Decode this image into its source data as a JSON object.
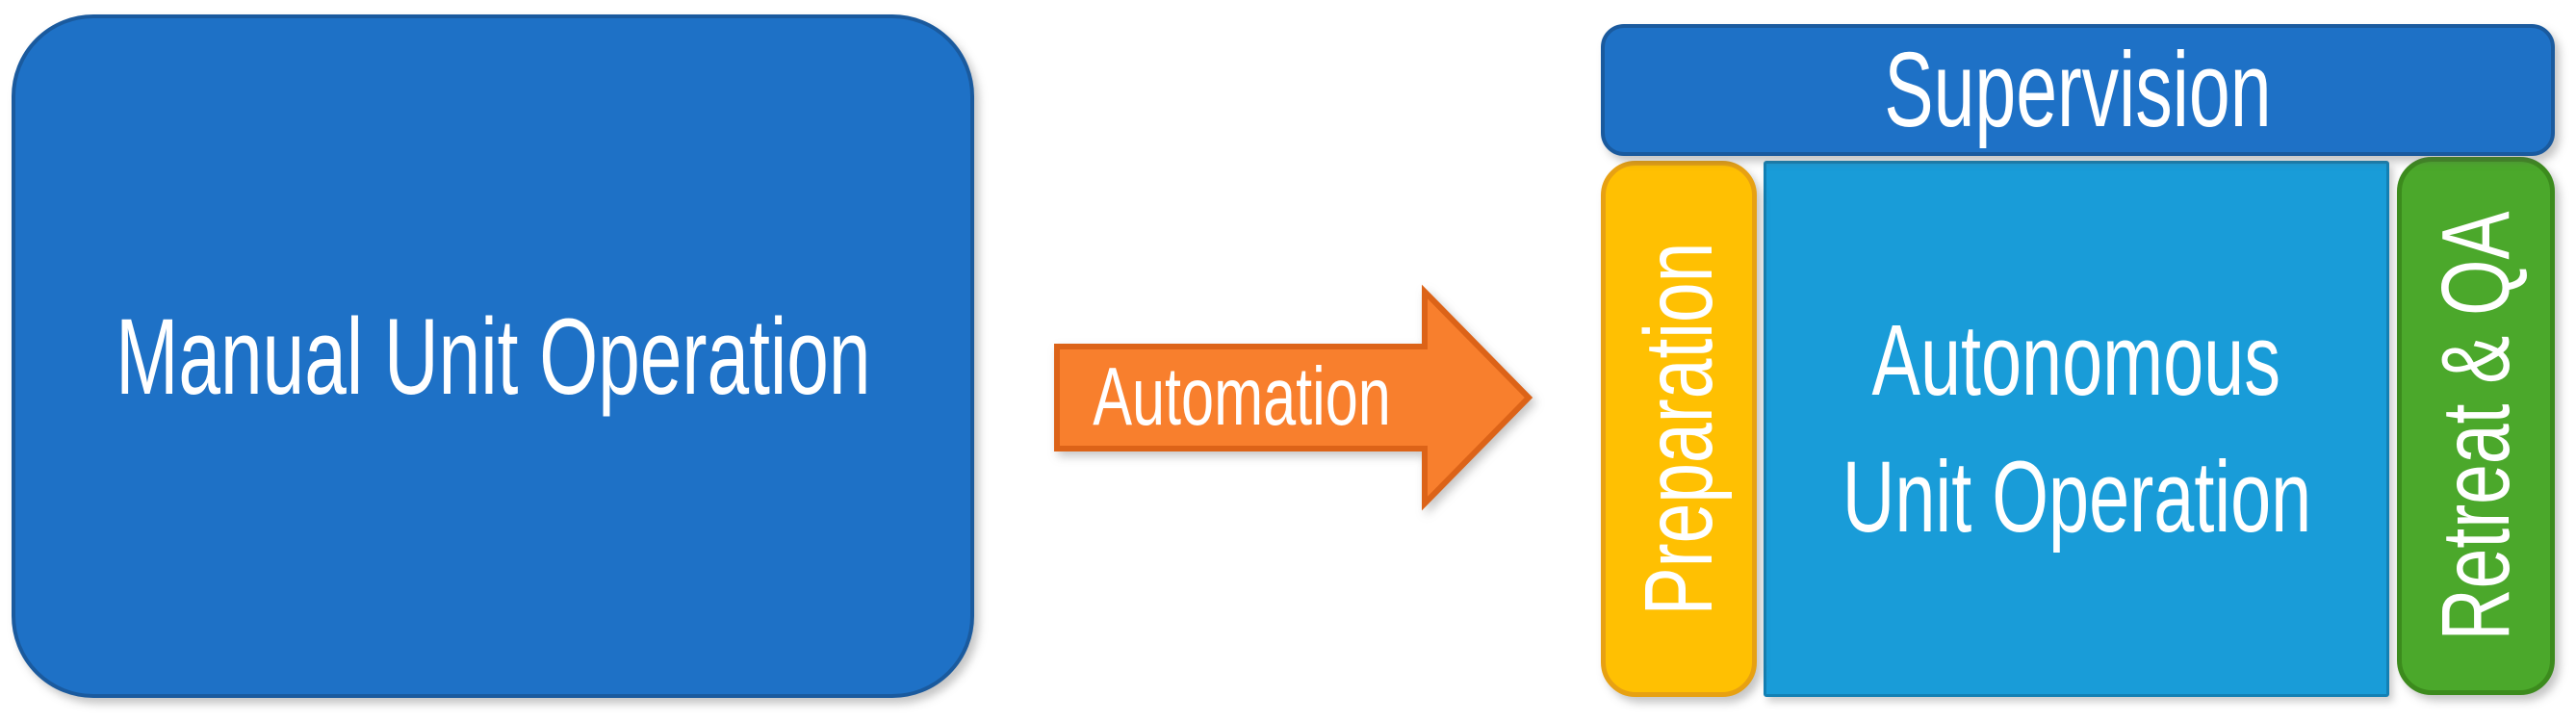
{
  "figure": {
    "left_box": {
      "label": "Manual Unit Operation"
    },
    "arrow": {
      "label": "Automation"
    },
    "right_group": {
      "top_bar": {
        "label": "Supervision"
      },
      "left_bar": {
        "label": "Preparation"
      },
      "center_box": {
        "label_line1": "Autonomous",
        "label_line2": "Unit Operation"
      },
      "right_bar": {
        "label": "Retreat & QA"
      }
    }
  },
  "colors": {
    "primary_blue": "#1E71C6",
    "primary_blue_border": "#1A5A9E",
    "light_blue": "#199CD8",
    "light_blue_border": "#1380B4",
    "yellow": "#FFC002",
    "yellow_border": "#E7A112",
    "green": "#4BA82B",
    "green_border": "#3C8B1D",
    "orange": "#F87F2D",
    "orange_border": "#DC6318",
    "text_white": "#FFFFFF",
    "background": "#FFFFFF"
  }
}
